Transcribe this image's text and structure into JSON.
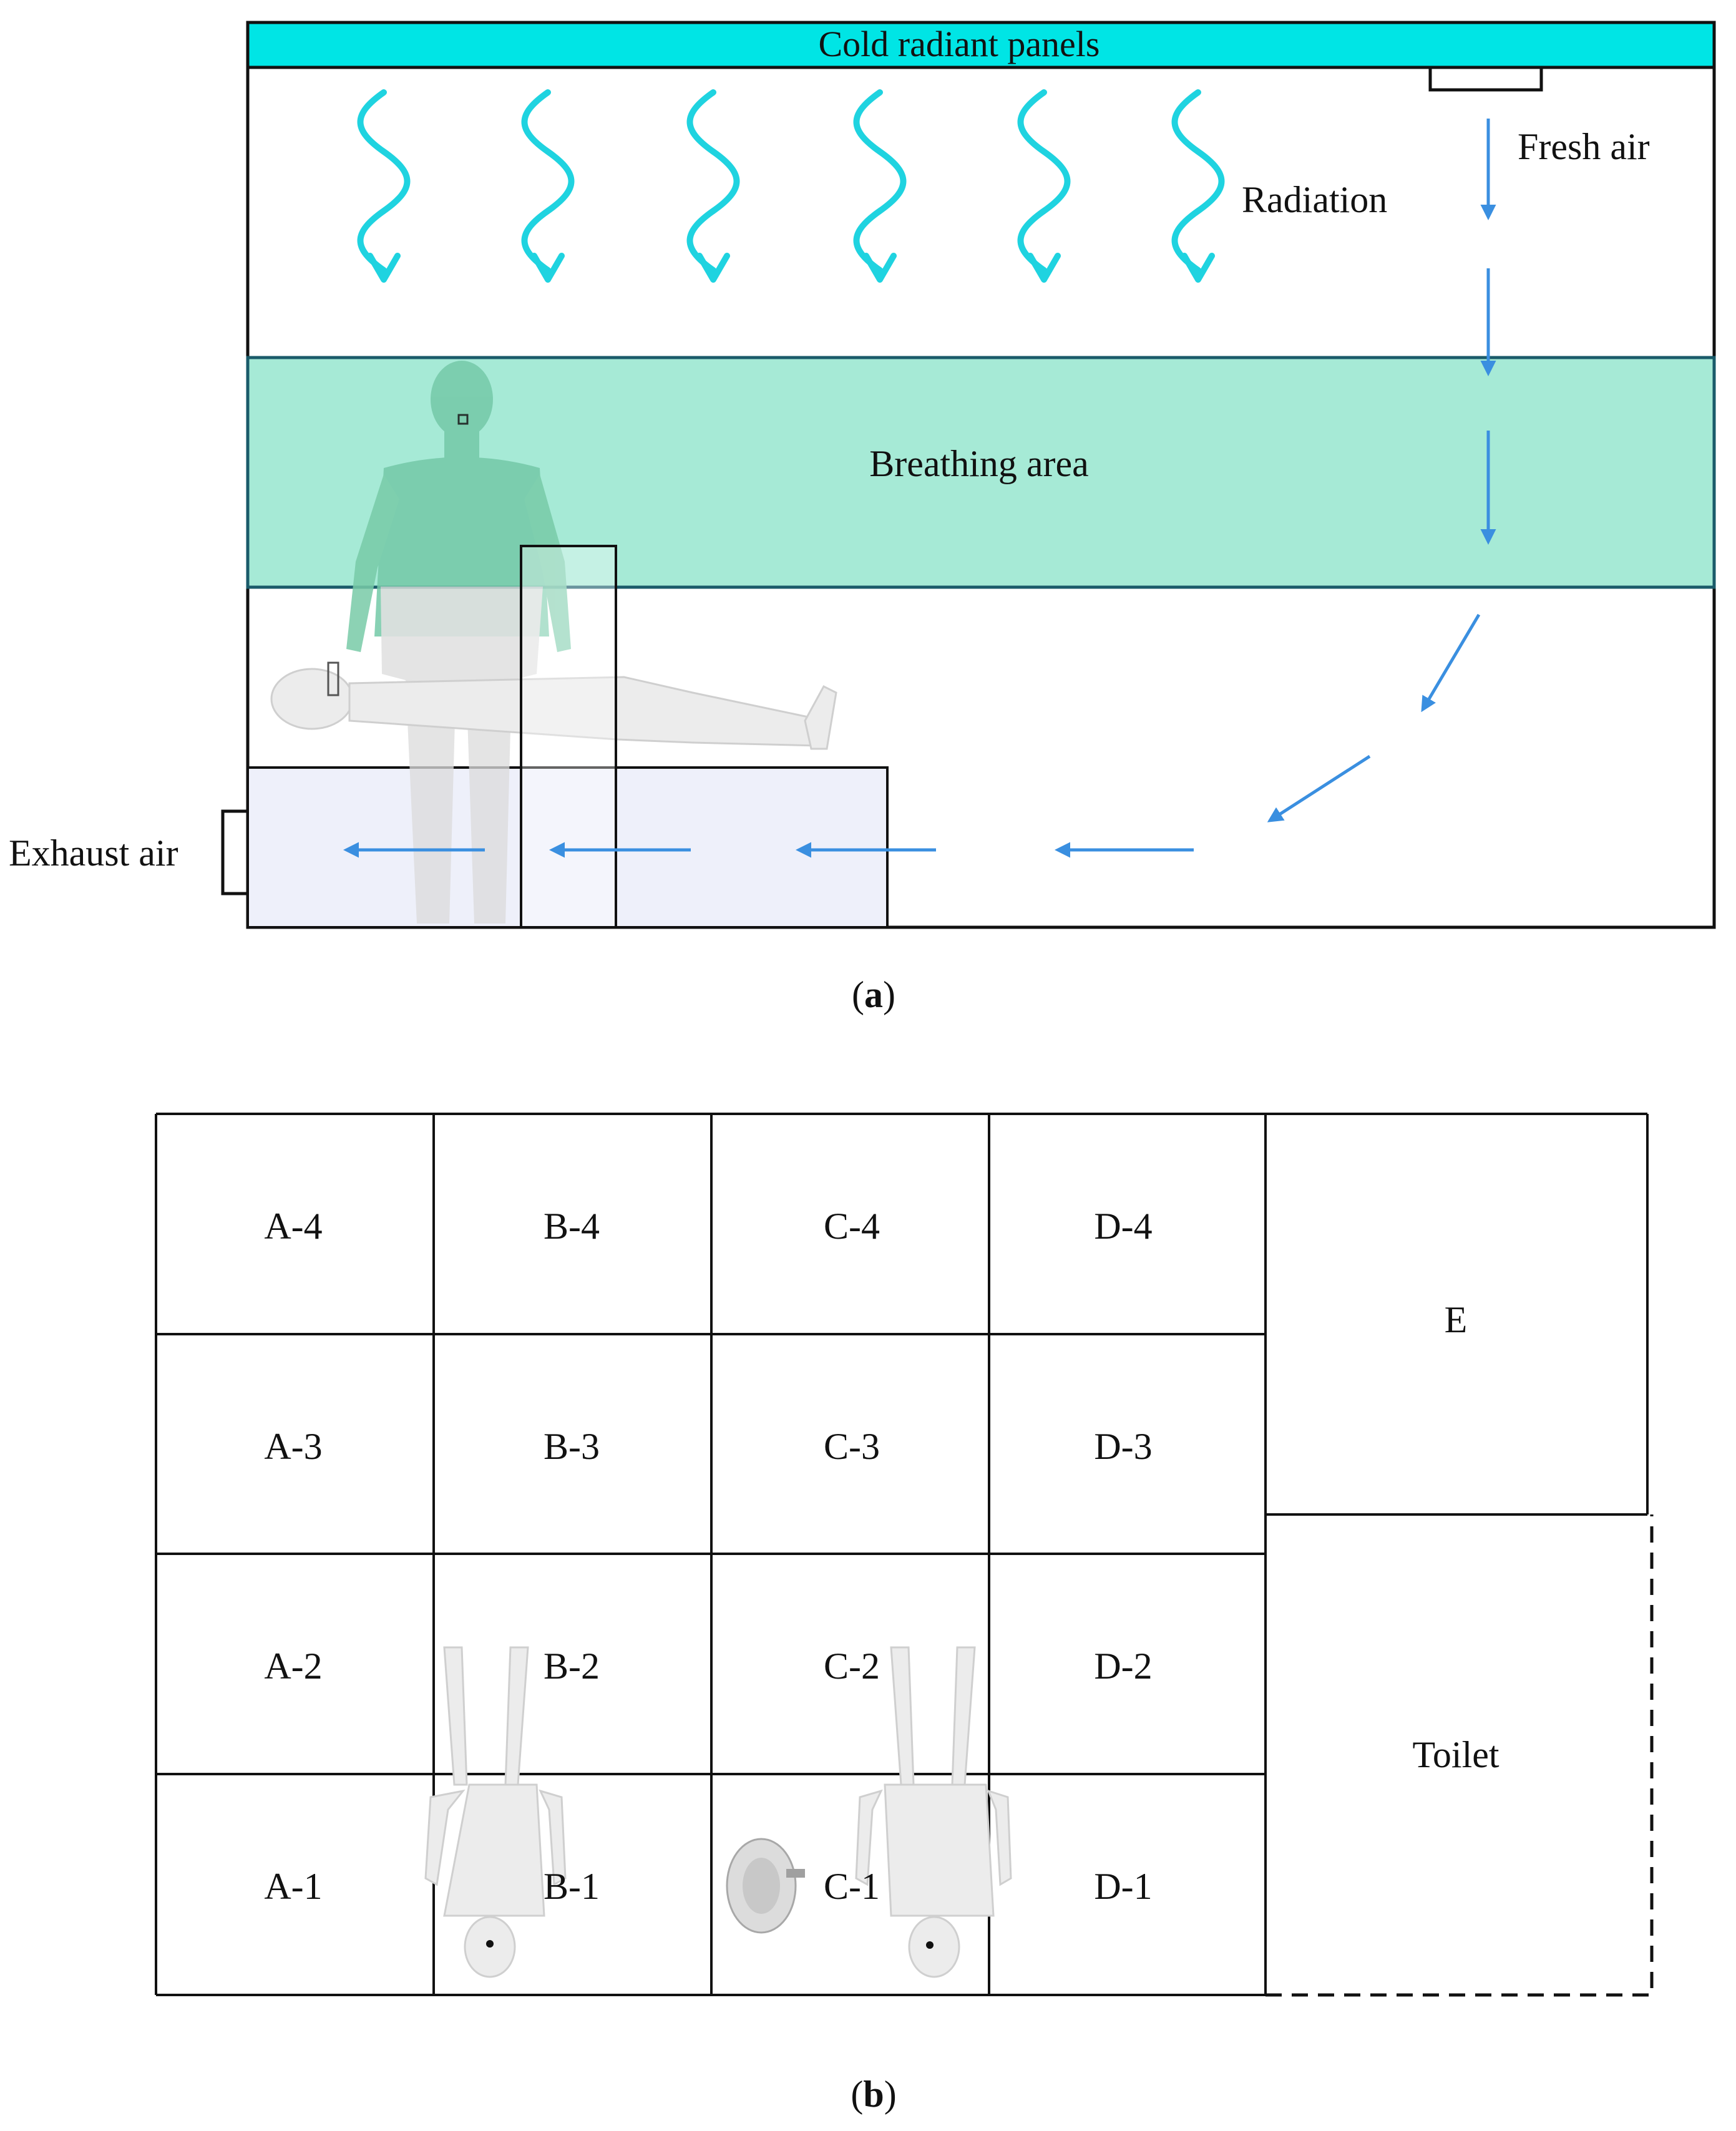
{
  "panel_a": {
    "ceiling_label": "Cold radiant panels",
    "radiation_label": "Radiation",
    "fresh_air_label": "Fresh air",
    "breathing_label": "Breathing area",
    "exhaust_label": "Exhaust air",
    "caption_letter": "a"
  },
  "panel_b": {
    "cells": [
      {
        "id": "A-4",
        "label": "A-4"
      },
      {
        "id": "B-4",
        "label": "B-4"
      },
      {
        "id": "C-4",
        "label": "C-4"
      },
      {
        "id": "D-4",
        "label": "D-4"
      },
      {
        "id": "A-3",
        "label": "A-3"
      },
      {
        "id": "B-3",
        "label": "B-3"
      },
      {
        "id": "C-3",
        "label": "C-3"
      },
      {
        "id": "D-3",
        "label": "D-3"
      },
      {
        "id": "A-2",
        "label": "A-2"
      },
      {
        "id": "B-2",
        "label": "B-2"
      },
      {
        "id": "C-2",
        "label": "C-2"
      },
      {
        "id": "D-2",
        "label": "D-2"
      },
      {
        "id": "A-1",
        "label": "A-1"
      },
      {
        "id": "B-1",
        "label": "B-1"
      },
      {
        "id": "C-1",
        "label": "C-1"
      },
      {
        "id": "D-1",
        "label": "D-1"
      }
    ],
    "zone_e_label": "E",
    "toilet_label": "Toilet",
    "caption_letter": "b"
  },
  "colors": {
    "cyan_panel": "#00e5e5",
    "wave_arrow": "#1fd3e0",
    "air_arrow": "#3a8fe0",
    "breathing_fill": "#a6ead6",
    "exhaust_zone_fill": "#eef0fa",
    "human_fill": "#eaeaea",
    "standing_human_fill": "#74c9a8"
  }
}
